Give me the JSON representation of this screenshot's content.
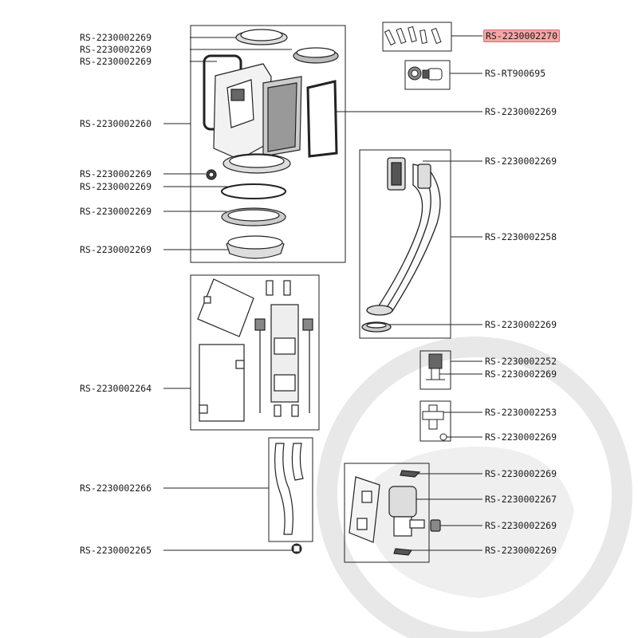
{
  "diagram": {
    "colors": {
      "line": "#222222",
      "watermark": "#e6e6e6",
      "highlight_fill": "#f4a6a6",
      "part_fill": "#ffffff",
      "part_shade": "#cfcfcf"
    },
    "labels": {
      "l1": "RS-2230002269",
      "l2": "RS-2230002269",
      "l3": "RS-2230002269",
      "l4": "RS-2230002260",
      "l5": "RS-2230002269",
      "l6": "RS-2230002269",
      "l7": "RS-2230002269",
      "l8": "RS-2230002269",
      "l9": "RS-2230002264",
      "l10": "RS-2230002266",
      "l11": "RS-2230002265",
      "r1": "RS-2230002270",
      "r2": "RS-RT900695",
      "r3": "RS-2230002269",
      "r4": "RS-2230002269",
      "r5": "RS-2230002258",
      "r6": "RS-2230002269",
      "r7": "RS-2230002252",
      "r8": "RS-2230002269",
      "r9": "RS-2230002253",
      "r10": "RS-2230002269",
      "r11": "RS-2230002269",
      "r12": "RS-2230002267",
      "r13": "RS-2230002269",
      "r14": "RS-2230002269"
    },
    "highlighted_label": "r1",
    "watermark_icon": "ring-watermark-icon"
  }
}
